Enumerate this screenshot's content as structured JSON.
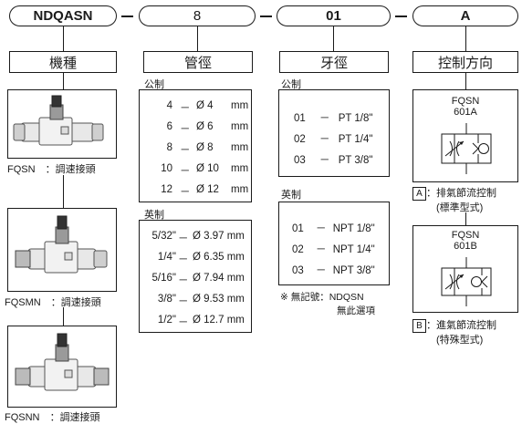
{
  "codes": {
    "series": "NDQASN",
    "tube": "8",
    "port": "01",
    "control": "A"
  },
  "headers": {
    "type": "機種",
    "tube": "管徑",
    "port": "牙徑",
    "control": "控制方向"
  },
  "type_column": {
    "items": [
      {
        "name": "FQSN",
        "sep": "：",
        "desc": "調速接頭"
      },
      {
        "name": "FQSMN",
        "sep": "：",
        "desc": "調速接頭"
      },
      {
        "name": "FQSNN",
        "sep": "：",
        "desc": "調速接頭"
      }
    ]
  },
  "tube_column": {
    "metric_label": "公制",
    "metric": [
      {
        "code": "4",
        "dash": "－",
        "size": "Ø 4",
        "unit": "mm"
      },
      {
        "code": "6",
        "dash": "－",
        "size": "Ø 6",
        "unit": "mm"
      },
      {
        "code": "8",
        "dash": "－",
        "size": "Ø 8",
        "unit": "mm"
      },
      {
        "code": "10",
        "dash": "－",
        "size": "Ø 10",
        "unit": "mm"
      },
      {
        "code": "12",
        "dash": "－",
        "size": "Ø 12",
        "unit": "mm"
      }
    ],
    "imperial_label": "英制",
    "imperial": [
      {
        "code": "5/32\"",
        "dash": "－",
        "size": "Ø 3.97 mm"
      },
      {
        "code": "1/4\"",
        "dash": "－",
        "size": "Ø 6.35 mm"
      },
      {
        "code": "5/16\"",
        "dash": "－",
        "size": "Ø 7.94 mm"
      },
      {
        "code": "3/8\"",
        "dash": "－",
        "size": "Ø 9.53 mm"
      },
      {
        "code": "1/2\"",
        "dash": "－",
        "size": "Ø 12.7 mm"
      }
    ]
  },
  "port_column": {
    "metric_label": "公制",
    "metric": [
      {
        "code": "01",
        "dash": "－",
        "thread": "PT 1/8\""
      },
      {
        "code": "02",
        "dash": "－",
        "thread": "PT 1/4\""
      },
      {
        "code": "03",
        "dash": "－",
        "thread": "PT 3/8\""
      }
    ],
    "imperial_label": "英制",
    "imperial": [
      {
        "code": "01",
        "dash": "－",
        "thread": "NPT 1/8\""
      },
      {
        "code": "02",
        "dash": "－",
        "thread": "NPT 1/4\""
      },
      {
        "code": "03",
        "dash": "－",
        "thread": "NPT 3/8\""
      }
    ],
    "note_line1": "※ 無記號：NDQSN",
    "note_line2": "無此選項"
  },
  "control_column": {
    "a": {
      "model_line1": "FQSN",
      "model_line2": "601A",
      "letter": "A",
      "desc_line1": "：排氣節流控制",
      "desc_line2": "(標準型式)"
    },
    "b": {
      "model_line1": "FQSN",
      "model_line2": "601B",
      "letter": "B",
      "desc_line1": "：進氣節流控制",
      "desc_line2": "(特殊型式)"
    }
  },
  "colors": {
    "line": "#1a1a1a",
    "fitting_body": "#e8e8e8",
    "fitting_dark": "#333333",
    "fitting_nut": "#9a9a9a"
  }
}
